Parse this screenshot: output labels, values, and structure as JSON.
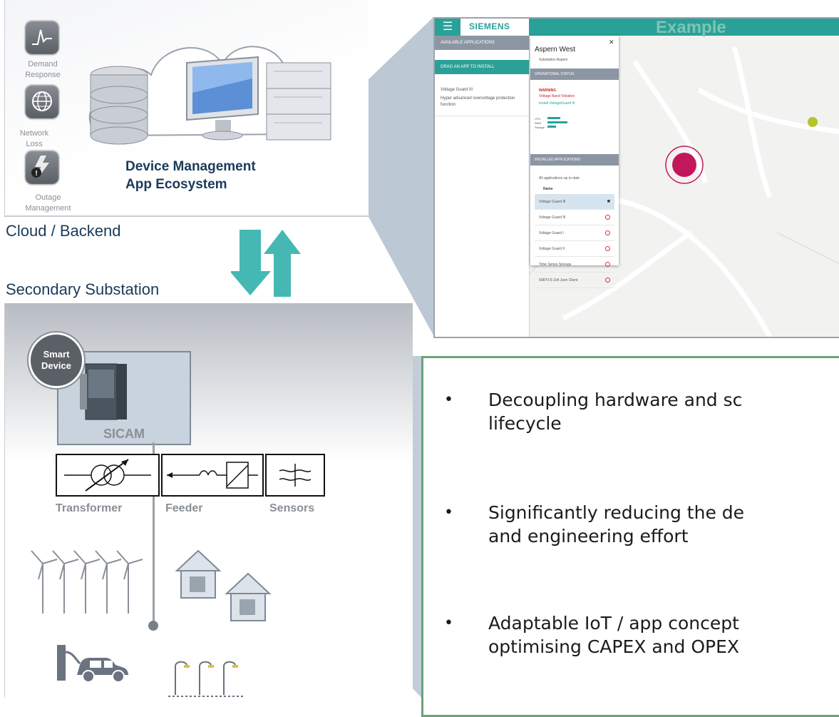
{
  "cloud": {
    "apps": [
      {
        "icon": "demand-response-icon",
        "label": "Demand Response"
      },
      {
        "icon": "network-loss-icon",
        "label": "Network Loss"
      },
      {
        "icon": "outage-management-icon",
        "label": "Outage Management"
      }
    ],
    "title_line1": "Device Management",
    "title_line2": "App Ecosystem",
    "section_label": "Cloud / Backend"
  },
  "substation": {
    "section_label": "Secondary Substation",
    "smart_device_line1": "Smart",
    "smart_device_line2": "Device",
    "device_name": "SICAM",
    "components": [
      "Transformer",
      "Feeder",
      "Sensors"
    ]
  },
  "screenshot": {
    "brand": "SIEMENS",
    "label": "Example",
    "sidebar_header": "AVAILABLE APPLICATIONS",
    "sidebar_button": "DRAG AN APP TO INSTALL",
    "sidebar_item_title": "Voltage Guard III",
    "sidebar_item_desc": "Hyper advanced overvoltage protection function",
    "popup_title": "Aspern West",
    "popup_subtitle": "Substation Aspern",
    "popup_section1": "OPERATIONAL STATUS",
    "popup_warning": "WARNING",
    "popup_warning_detail": "Voltage Band Violation",
    "popup_install": "Install VoltageGuard III",
    "popup_metrics": [
      "CPU",
      "RAM",
      "Storage"
    ],
    "popup_section2": "INSTALLED APPLICATIONS",
    "popup_status": "All applications up to date",
    "popup_col": "Name",
    "installed_apps": [
      "Voltage Guard III",
      "Voltage Guard III",
      "Voltage Guard I",
      "Voltage Guard II",
      "Time Series Storage",
      "60870-5-104 Json Client"
    ]
  },
  "benefits": [
    {
      "line1": "Decoupling hardware and sc",
      "line2": "lifecycle"
    },
    {
      "line1": "Significantly reducing the de",
      "line2": "and engineering effort"
    },
    {
      "line1": "Adaptable IoT / app concept",
      "line2": "optimising CAPEX and OPEX"
    }
  ],
  "colors": {
    "teal": "#2aa198",
    "navy": "#1b3a5b",
    "green_border": "#6aa37a",
    "marker": "#c2185b"
  }
}
